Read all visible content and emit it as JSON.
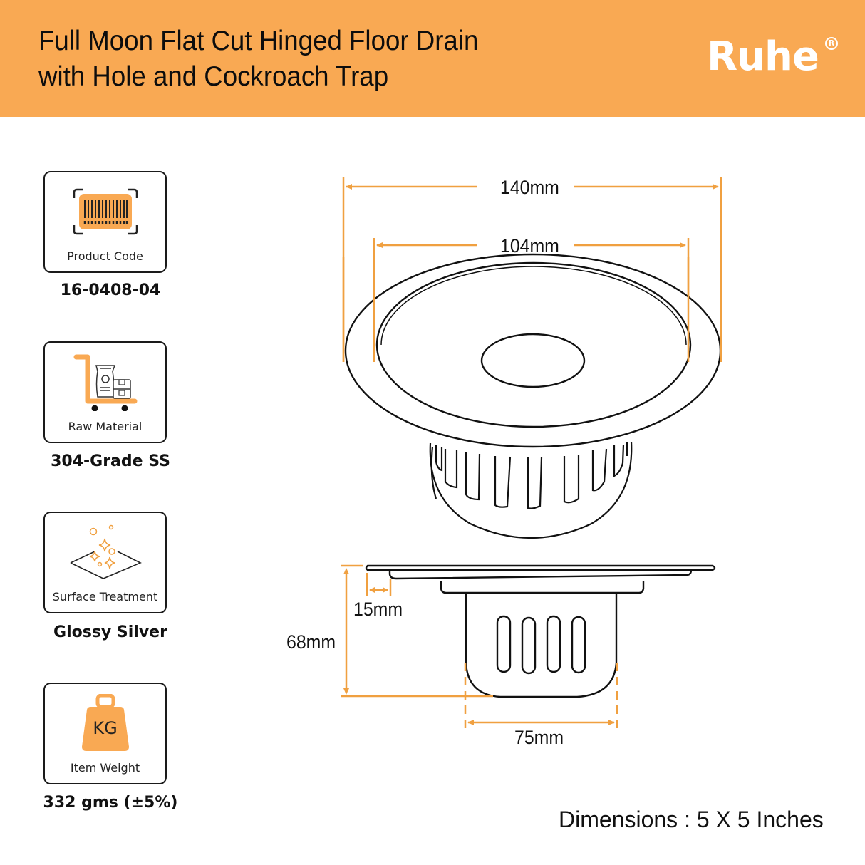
{
  "header": {
    "title_line1": "Full Moon Flat Cut Hinged Floor Drain",
    "title_line2": "with Hole and Cockroach Trap",
    "brand": "Ruhe",
    "brand_mark": "R",
    "background_color": "#f9a953"
  },
  "specs": [
    {
      "icon": "barcode-scan-icon",
      "label": "Product Code",
      "value": "16-0408-04"
    },
    {
      "icon": "cart-material-icon",
      "label": "Raw Material",
      "value": "304-Grade SS"
    },
    {
      "icon": "sparkle-surface-icon",
      "label": "Surface Treatment",
      "value": "Glossy Silver"
    },
    {
      "icon": "weight-kg-icon",
      "label": "Item Weight",
      "value": "332 gms (±5%)",
      "icon_text": "KG"
    }
  ],
  "drawing": {
    "top_view": {
      "outer_diameter": "140mm",
      "inner_diameter": "104mm"
    },
    "side_view": {
      "total_height": "68mm",
      "rim_width": "15mm",
      "body_width": "75mm"
    },
    "accent_color": "#f0a040"
  },
  "footer": {
    "dimensions": "Dimensions : 5 X 5 Inches"
  }
}
